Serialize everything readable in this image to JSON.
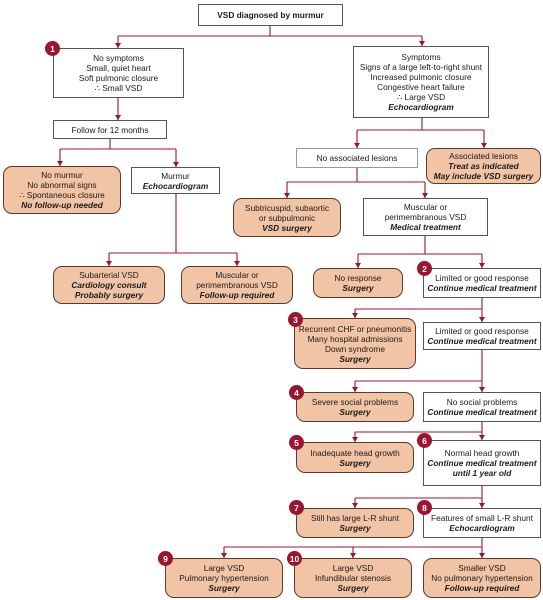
{
  "colors": {
    "wire": "#9b1530",
    "fill": "#f2c4a6",
    "badge": "#9b1530"
  },
  "boxes": {
    "root": [
      "VSD diagnosed by murmur"
    ],
    "no_symptoms": [
      "No symptoms",
      "Small, quiet heart",
      "Soft pulmonic closure",
      "∴ Small VSD"
    ],
    "symptoms": [
      "Symptoms",
      "Signs of a large left-to-right shunt",
      "Increased pulmonic closure",
      "Congestive heart failure",
      "∴ Large VSD",
      "Echocardiogram"
    ],
    "follow": [
      "Follow for 12 months"
    ],
    "no_assoc": [
      "No associated lesions"
    ],
    "assoc": [
      "Associated lesions",
      "Treat as indicated",
      "May include VSD surgery"
    ],
    "no_murmur": [
      "No murmur",
      "No abnormal signs",
      "∴ Spontaneous closure",
      "No follow-up needed"
    ],
    "murmur": [
      "Murmur",
      "Echocardiogram"
    ],
    "subtricuspid": [
      "Subtricuspid, subaortic",
      "or subpulmonic",
      "VSD surgery"
    ],
    "muscular_med": [
      "Muscular or",
      "perimembranous VSD",
      "Medical treatment"
    ],
    "subarterial": [
      "Subarterial VSD",
      "Cardiology consult",
      "Probably surgery"
    ],
    "muscular_fu": [
      "Muscular or",
      "perimembranous VSD",
      "Follow-up required"
    ],
    "no_response": [
      "No response",
      "Surgery"
    ],
    "limited1": [
      "Limited or good response",
      "Continue medical treatment"
    ],
    "recurrent": [
      "Recurrent CHF or pneumonitis",
      "Many hospital admissions",
      "Down syndrome",
      "Surgery"
    ],
    "limited2": [
      "Limited or good response",
      "Continue medical treatment"
    ],
    "severe": [
      "Severe social problems",
      "Surgery"
    ],
    "no_social": [
      "No social problems",
      "Continue medical treatment"
    ],
    "inadequate": [
      "Inadequate head growth",
      "Surgery"
    ],
    "normal_head": [
      "Normal head growth",
      "Continue medical treatment",
      "until 1 year old"
    ],
    "still_large": [
      "Still has large L-R shunt",
      "Surgery"
    ],
    "features_small": [
      "Features of small L-R shunt",
      "Echocardiogram"
    ],
    "large_ph": [
      "Large VSD",
      "Pulmonary hypertension",
      "Surgery"
    ],
    "large_inf": [
      "Large VSD",
      "Infundibular stenosis",
      "Surgery"
    ],
    "smaller": [
      "Smaller VSD",
      "No pulmonary hypertension",
      "Follow-up required"
    ]
  },
  "badges": [
    "1",
    "2",
    "3",
    "4",
    "5",
    "6",
    "7",
    "8",
    "9",
    "10"
  ]
}
